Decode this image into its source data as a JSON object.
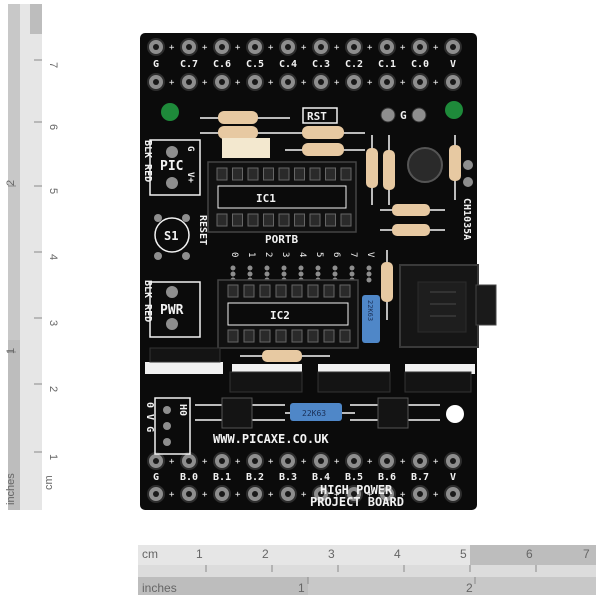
{
  "board": {
    "top_labels": [
      "G",
      "C.7",
      "C.6",
      "C.5",
      "C.4",
      "C.3",
      "C.2",
      "C.1",
      "C.0",
      "V"
    ],
    "bottom_labels": [
      "G",
      "B.0",
      "B.1",
      "B.2",
      "B.3",
      "B.4",
      "B.5",
      "B.6",
      "B.7",
      "V"
    ],
    "rst": "RST",
    "g_mid": "G",
    "pic": "PIC",
    "g_side": "G",
    "v_plus": "V+",
    "blk_red_1": "BLK RED",
    "ic1": "IC1",
    "ic2": "IC2",
    "s1": "S1",
    "reset": "RESET",
    "portb": "PORTB",
    "portb_pins": [
      "0",
      "1",
      "2",
      "3",
      "4",
      "5",
      "6",
      "7",
      "V"
    ],
    "chip_id": "CH1035A",
    "pwr": "PWR",
    "blk_red_2": "BLK RED",
    "h0": "H0",
    "h0_pins": "0 V G",
    "url": "WWW.PICAXE.CO.UK",
    "title_line1": "HIGH POWER",
    "title_line2": "PROJECT BOARD",
    "cap_label_1": "22K63",
    "cap_label_2": "22K63"
  },
  "rulers": {
    "left_unit": "inches",
    "left_unit_cm": "cm",
    "left_inch_ticks": [
      "1",
      "2"
    ],
    "left_cm_ticks": [
      "1",
      "2",
      "3",
      "4",
      "5",
      "6",
      "7"
    ],
    "bottom_unit_cm": "cm",
    "bottom_unit_in": "inches",
    "bottom_cm_ticks": [
      "1",
      "2",
      "3",
      "4",
      "5",
      "6",
      "7"
    ],
    "bottom_inch_ticks": [
      "1",
      "2"
    ]
  },
  "colors": {
    "pcb": "#0b0b0b",
    "silkscreen": "#f2f2f2",
    "pad": "#8e8e8e",
    "ruler_light": "#dcdcdc",
    "ruler_dark": "#bdbdbd"
  }
}
